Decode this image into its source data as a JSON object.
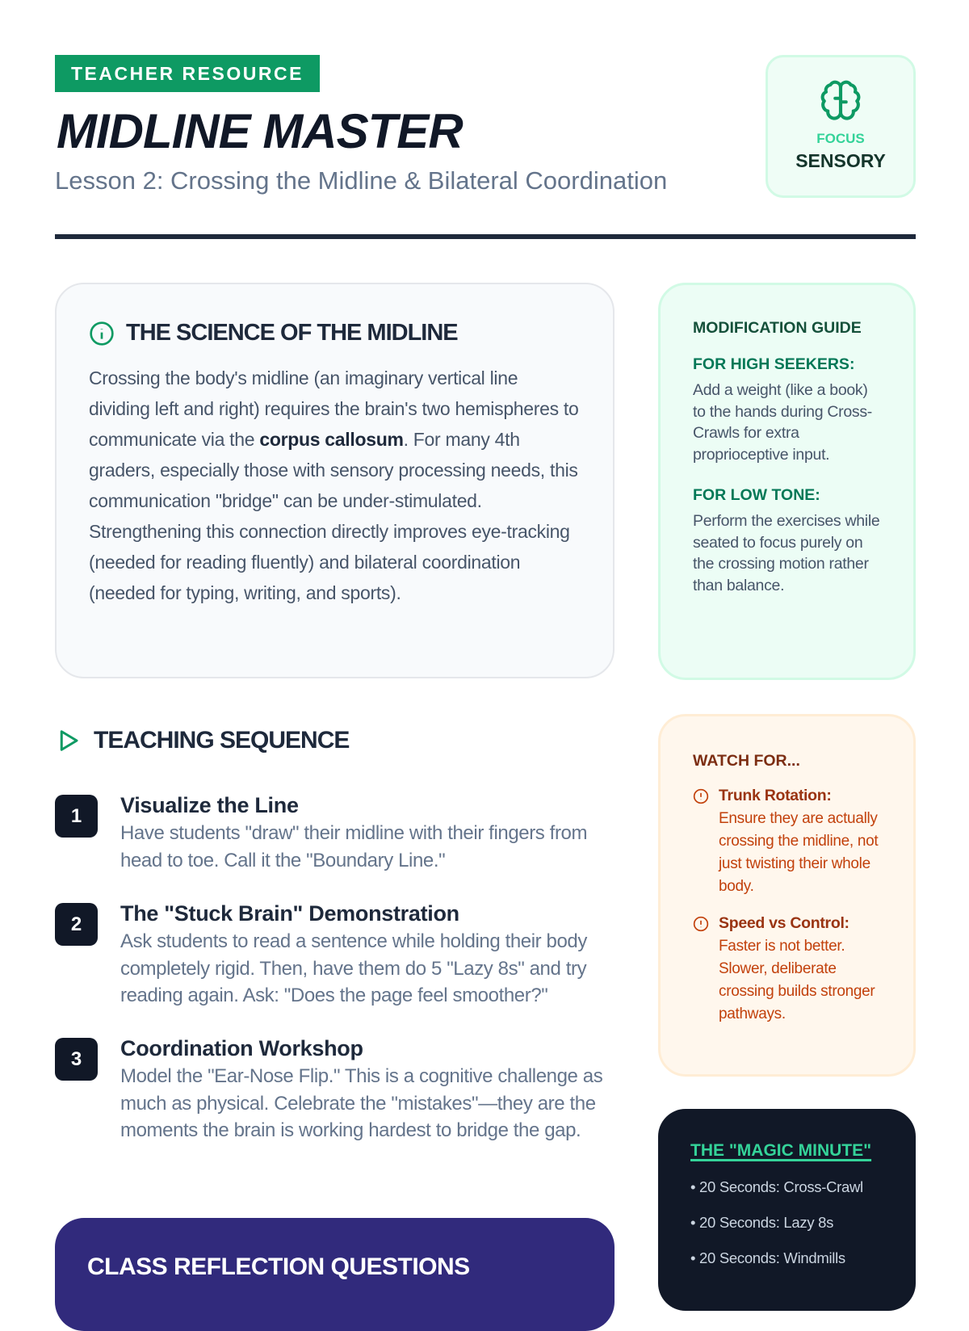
{
  "header": {
    "badge": "TEACHER RESOURCE",
    "title": "MIDLINE MASTER",
    "subtitle": "Lesson 2: Crossing the Midline & Bilateral Coordination",
    "focus_label": "FOCUS",
    "focus_value": "SENSORY"
  },
  "science": {
    "heading": "THE SCIENCE OF THE MIDLINE",
    "text_before": "Crossing the body's midline (an imaginary vertical line dividing left and right) requires the brain's two hemispheres to communicate via the ",
    "text_bold": "corpus callosum",
    "text_after": ". For many 4th graders, especially those with sensory processing needs, this communication \"bridge\" can be under-stimulated. Strengthening this connection directly improves eye-tracking (needed for reading fluently) and bilateral coordination (needed for typing, writing, and sports)."
  },
  "sequence": {
    "heading": "TEACHING SEQUENCE",
    "steps": [
      {
        "num": "1",
        "title": "Visualize the Line",
        "desc": "Have students \"draw\" their midline with their fingers from head to toe. Call it the \"Boundary Line.\""
      },
      {
        "num": "2",
        "title": "The \"Stuck Brain\" Demonstration",
        "desc": "Ask students to read a sentence while holding their body completely rigid. Then, have them do 5 \"Lazy 8s\" and try reading again. Ask: \"Does the page feel smoother?\""
      },
      {
        "num": "3",
        "title": "Coordination Workshop",
        "desc": "Model the \"Ear-Nose Flip.\" This is a cognitive challenge as much as physical. Celebrate the \"mistakes\"—they are the moments the brain is working hardest to bridge the gap."
      }
    ]
  },
  "reflection": {
    "heading": "CLASS REFLECTION QUESTIONS"
  },
  "modification": {
    "heading": "MODIFICATION GUIDE",
    "sections": [
      {
        "title": "FOR HIGH SEEKERS:",
        "text": "Add a weight (like a book) to the hands during Cross-Crawls for extra proprioceptive input."
      },
      {
        "title": "FOR LOW TONE:",
        "text": "Perform the exercises while seated to focus purely on the crossing motion rather than balance."
      }
    ]
  },
  "watch": {
    "heading": "WATCH FOR...",
    "items": [
      {
        "title": "Trunk Rotation:",
        "text": "Ensure they are actually crossing the midline, not just twisting their whole body."
      },
      {
        "title": "Speed vs Control:",
        "text": "Faster is not better. Slower, deliberate crossing builds stronger pathways."
      }
    ]
  },
  "magic": {
    "heading": "THE \"MAGIC MINUTE\"",
    "items": [
      "• 20 Seconds: Cross-Crawl",
      "• 20 Seconds: Lazy 8s",
      "• 20 Seconds: Windmills"
    ]
  }
}
